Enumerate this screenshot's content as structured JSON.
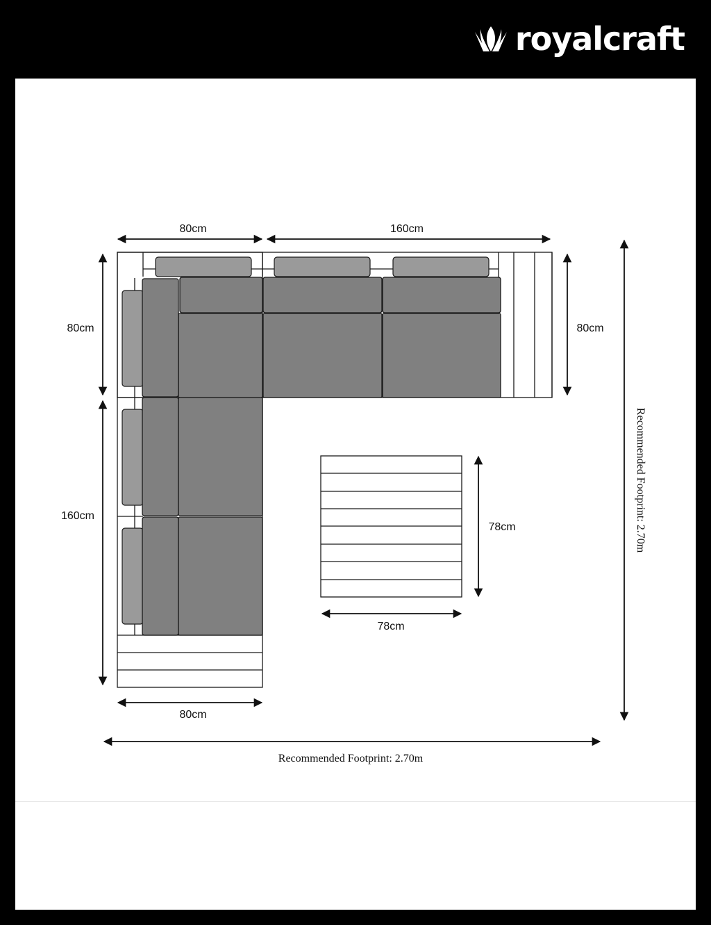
{
  "brand": {
    "name": "royalcraft",
    "logo_icon": "crown-leaf-logo"
  },
  "dimensions": {
    "top_left_width": "80cm",
    "top_right_width": "160cm",
    "left_upper_height": "80cm",
    "right_depth": "80cm",
    "left_lower_height": "160cm",
    "bottom_width": "80cm",
    "table_height": "78cm",
    "table_width": "78cm",
    "footprint_horizontal": "Recommended Footprint: 2.70m",
    "footprint_vertical": "Recommended Footprint: 2.70m"
  },
  "colors": {
    "background": "#000000",
    "sheet": "#ffffff",
    "seat": "#808080",
    "cushion": "#9a9a9a",
    "line": "#1a1a1a"
  }
}
